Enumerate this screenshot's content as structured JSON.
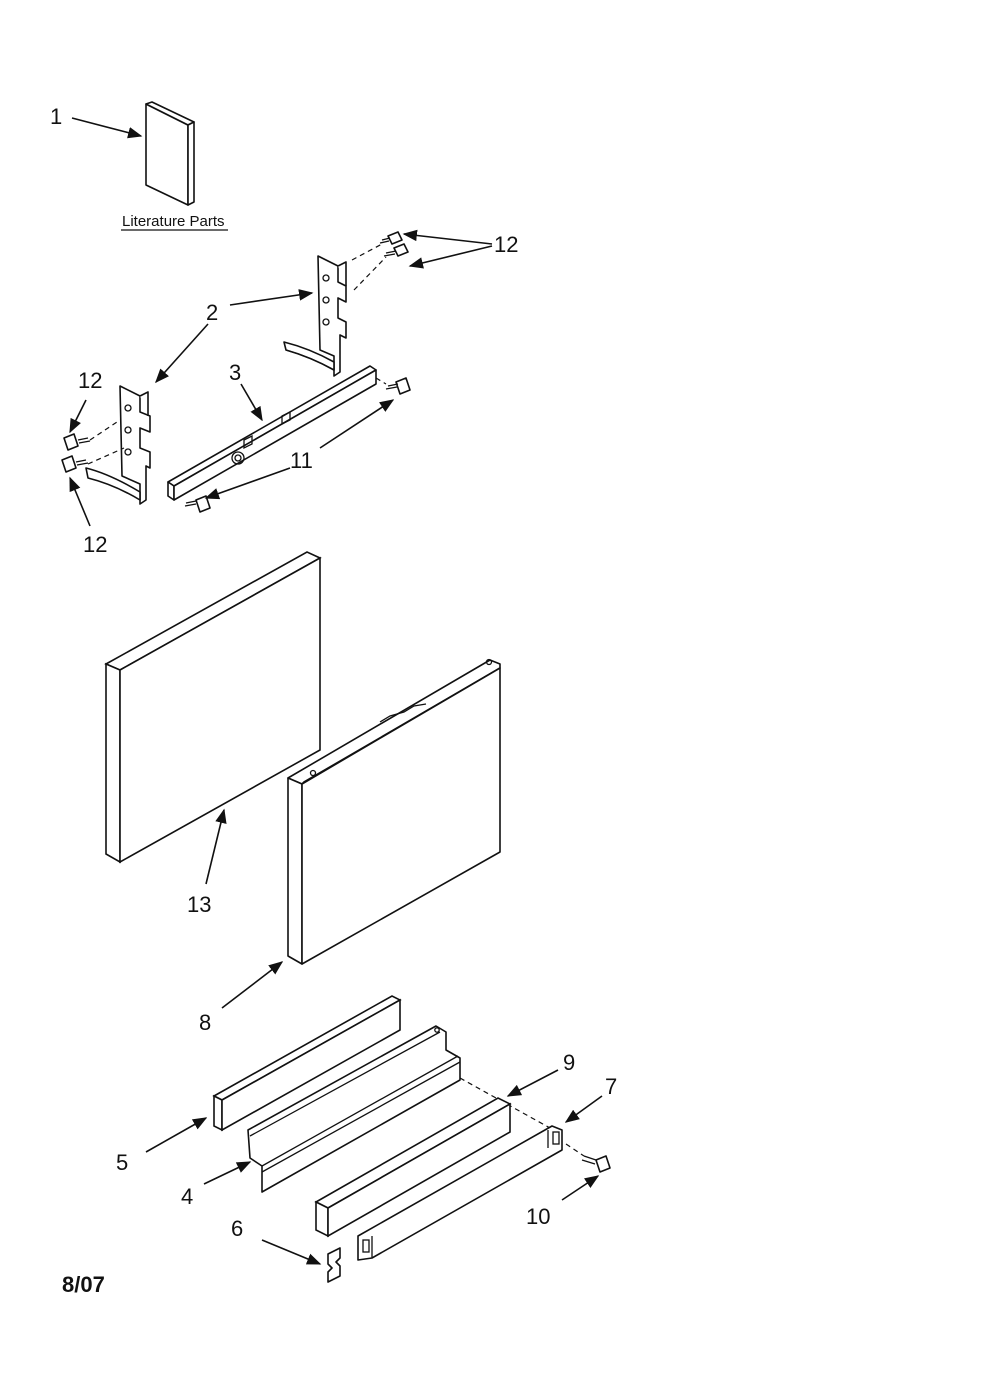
{
  "callouts": {
    "c1": "1",
    "c2": "2",
    "c3": "3",
    "c4": "4",
    "c5": "5",
    "c6": "6",
    "c7": "7",
    "c8": "8",
    "c9": "9",
    "c10": "10",
    "c11": "11",
    "c12_top": "12",
    "c12_left_upper": "12",
    "c12_left_lower": "12",
    "c13": "13"
  },
  "literature_label": "Literature Parts",
  "date": "8/07"
}
